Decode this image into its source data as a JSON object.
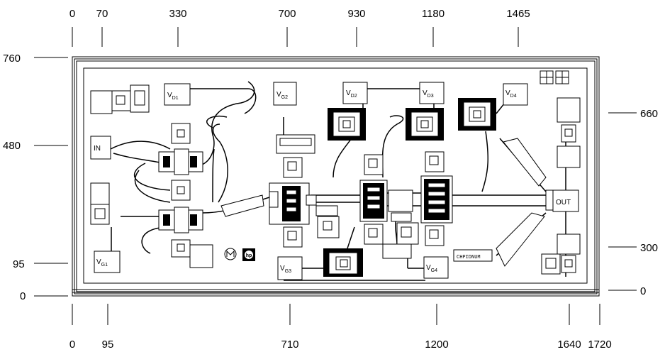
{
  "top_scale": [
    "0",
    "70",
    "330",
    "700",
    "930",
    "1180",
    "1465"
  ],
  "bottom_scale": [
    "0",
    "95",
    "710",
    "1200",
    "1640",
    "1720"
  ],
  "left_scale": [
    "760",
    "480",
    "95",
    "0"
  ],
  "right_scale": [
    "660",
    "300",
    "0"
  ],
  "pads": {
    "vd1": {
      "main": "V",
      "sub": "D1"
    },
    "vg2": {
      "main": "V",
      "sub": "G2"
    },
    "vd2": {
      "main": "V",
      "sub": "D2"
    },
    "vd3": {
      "main": "V",
      "sub": "D3"
    },
    "vd4": {
      "main": "V",
      "sub": "D4"
    },
    "in": "IN",
    "out": "OUT",
    "vg1": {
      "main": "V",
      "sub": "G1"
    },
    "vg3": {
      "main": "V",
      "sub": "G3"
    },
    "vg4": {
      "main": "V",
      "sub": "G4"
    }
  },
  "chip_label": "CHPIDNUM"
}
